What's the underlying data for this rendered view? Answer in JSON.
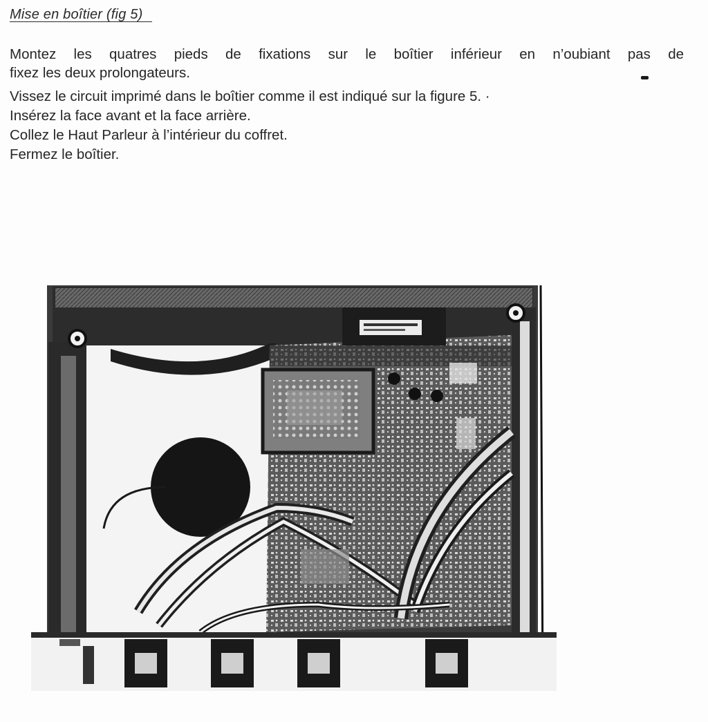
{
  "section": {
    "heading": "Mise en boîtier (fig 5)"
  },
  "instructions": {
    "line_1": "Montez les quatres pieds de fixations sur le boîtier inférieur en n’oubiant pas de",
    "line_2": "fixez les deux prolongateurs.",
    "line_3": "Vissez le circuit imprimé dans le boîtier comme il est indiqué sur la figure 5.  ·",
    "line_4": "Insérez la face avant et la face arrière.",
    "line_5": "Collez le Haut Parleur à l’intérieur du coffret.",
    "line_6": "Fermez le boîtier."
  },
  "figure": {
    "icon": "photo-assembly-icon"
  }
}
